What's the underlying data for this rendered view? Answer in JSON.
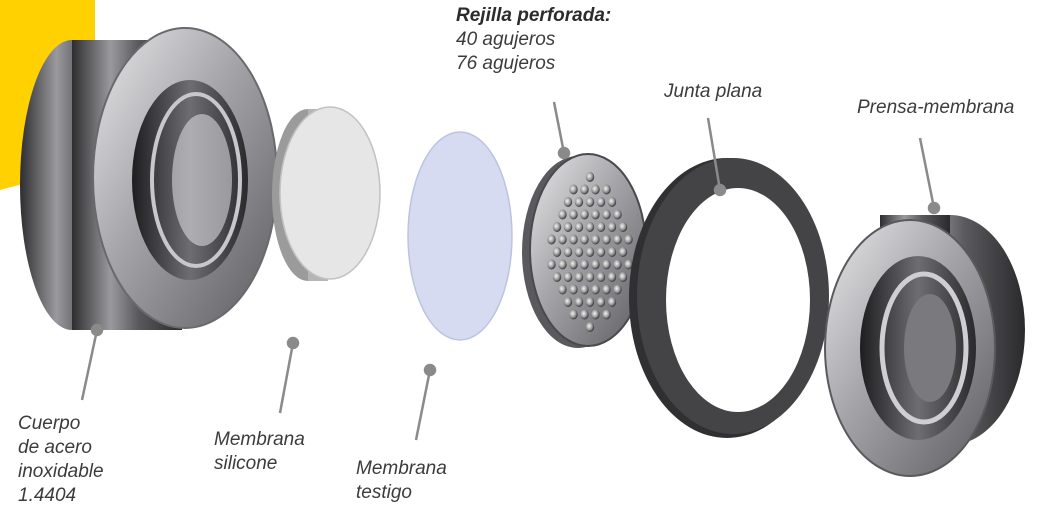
{
  "colors": {
    "accent_yellow": "#ffd100",
    "steel": "#9a9a9e",
    "steel_dark": "#3a3a3c",
    "gasket": "#3e3e40",
    "membrane_silicone": "#e6e6e6",
    "membrane_witness": "#d6dbf2",
    "leader": "#8a8a8a"
  },
  "labels": {
    "grid": {
      "title": "Rejilla perforada:",
      "line1": "40 agujeros",
      "line2": "76 agujeros"
    },
    "gasket": {
      "text": "Junta plana"
    },
    "clamp": {
      "text": "Prensa-membrana"
    },
    "body": {
      "line1": "Cuerpo",
      "line2": "de acero",
      "line3": "inoxidable",
      "line4": "1.4404"
    },
    "silicone": {
      "line1": "Membrana",
      "line2": "silicone"
    },
    "witness": {
      "line1": "Membrana",
      "line2": "testigo"
    }
  }
}
